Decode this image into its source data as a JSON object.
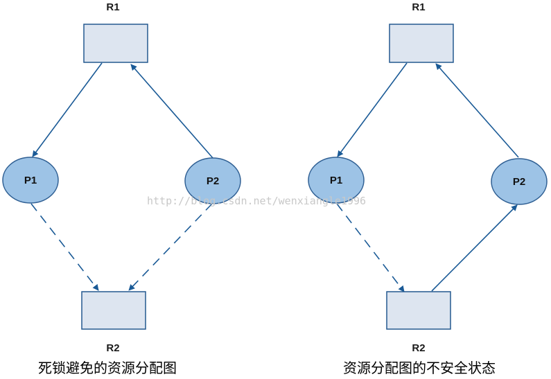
{
  "diagrams": [
    {
      "caption": "死锁避免的资源分配图",
      "nodes": {
        "r1": "R1",
        "r2": "R2",
        "p1": "P1",
        "p2": "P2"
      }
    },
    {
      "caption": "资源分配图的不安全状态",
      "nodes": {
        "r1": "R1",
        "r2": "R2",
        "p1": "P1",
        "p2": "P2"
      }
    }
  ],
  "watermark": "http://blog.csdn.net/wenxiangle1996",
  "colors": {
    "resource_fill": "#dde5f0",
    "process_fill": "#9dc3e6",
    "edge": "#1a5a96"
  }
}
